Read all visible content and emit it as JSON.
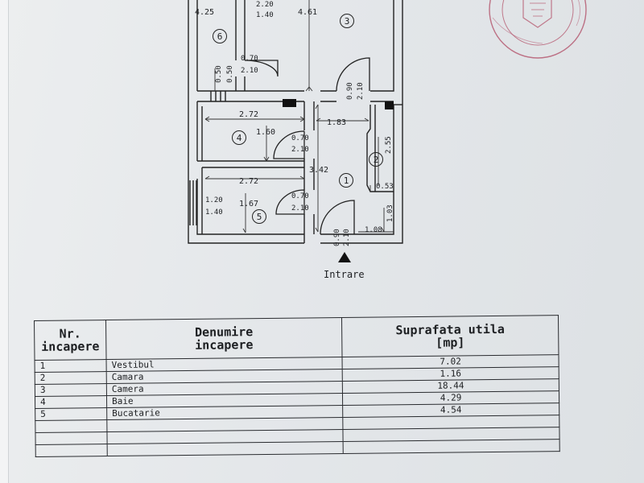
{
  "plan": {
    "entrance_label": "Intrare",
    "room_numbers": [
      "1",
      "2",
      "3",
      "4",
      "5",
      "6"
    ],
    "dimensions": {
      "d_4_25": "4.25",
      "d_2_20": "2.20",
      "d_1_40_top": "1.40",
      "d_4_61": "4.61",
      "d_0_70_a": "0.70",
      "d_2_10_a": "2.10",
      "d_0_50_a": "0.50",
      "d_0_50_b": "0.50",
      "d_0_90_a": "0.90",
      "d_2_10_b": "2.10",
      "d_2_72_a": "2.72",
      "d_1_83": "1.83",
      "d_1_60": "1.60",
      "d_0_70_b": "0.70",
      "d_2_10_c": "2.10",
      "d_2_55": "2.55",
      "d_3_42": "3.42",
      "d_2_72_b": "2.72",
      "d_0_53": "0.53",
      "d_1_20": "1.20",
      "d_1_40": "1.40",
      "d_1_67": "1.67",
      "d_0_70_c": "0.70",
      "d_2_10_d": "2.10",
      "d_1_03": "1.03",
      "d_1_08": "1.08",
      "d_0_90_b": "0.90",
      "d_2_10_e": "2.10"
    }
  },
  "stamp": {
    "color": "#b04a63"
  },
  "table": {
    "headers": {
      "nr": [
        "Nr.",
        "incapere"
      ],
      "name": [
        "Denumire",
        "incapere"
      ],
      "area": [
        "Suprafata utila",
        "[mp]"
      ]
    },
    "rows": [
      {
        "nr": "1",
        "name": "Vestibul",
        "area": "7.02"
      },
      {
        "nr": "2",
        "name": "Camara",
        "area": "1.16"
      },
      {
        "nr": "3",
        "name": "Camera",
        "area": "18.44"
      },
      {
        "nr": "4",
        "name": "Baie",
        "area": "4.29"
      },
      {
        "nr": "5",
        "name": "Bucatarie",
        "area": "4.54"
      },
      {
        "nr": "",
        "name": "",
        "area": ""
      },
      {
        "nr": "",
        "name": "",
        "area": ""
      },
      {
        "nr": "",
        "name": "",
        "area": ""
      }
    ]
  }
}
